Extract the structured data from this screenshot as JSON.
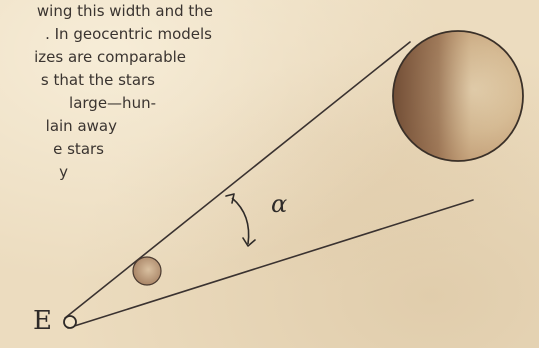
{
  "text_block": {
    "lines": [
      "wing this width and the",
      ". In geocentric models",
      "izes are comparable",
      "s that the stars",
      "large—hun-",
      "lain away",
      "e stars",
      "y"
    ]
  },
  "diagram": {
    "observer_label": "E",
    "angle_label": "α"
  }
}
